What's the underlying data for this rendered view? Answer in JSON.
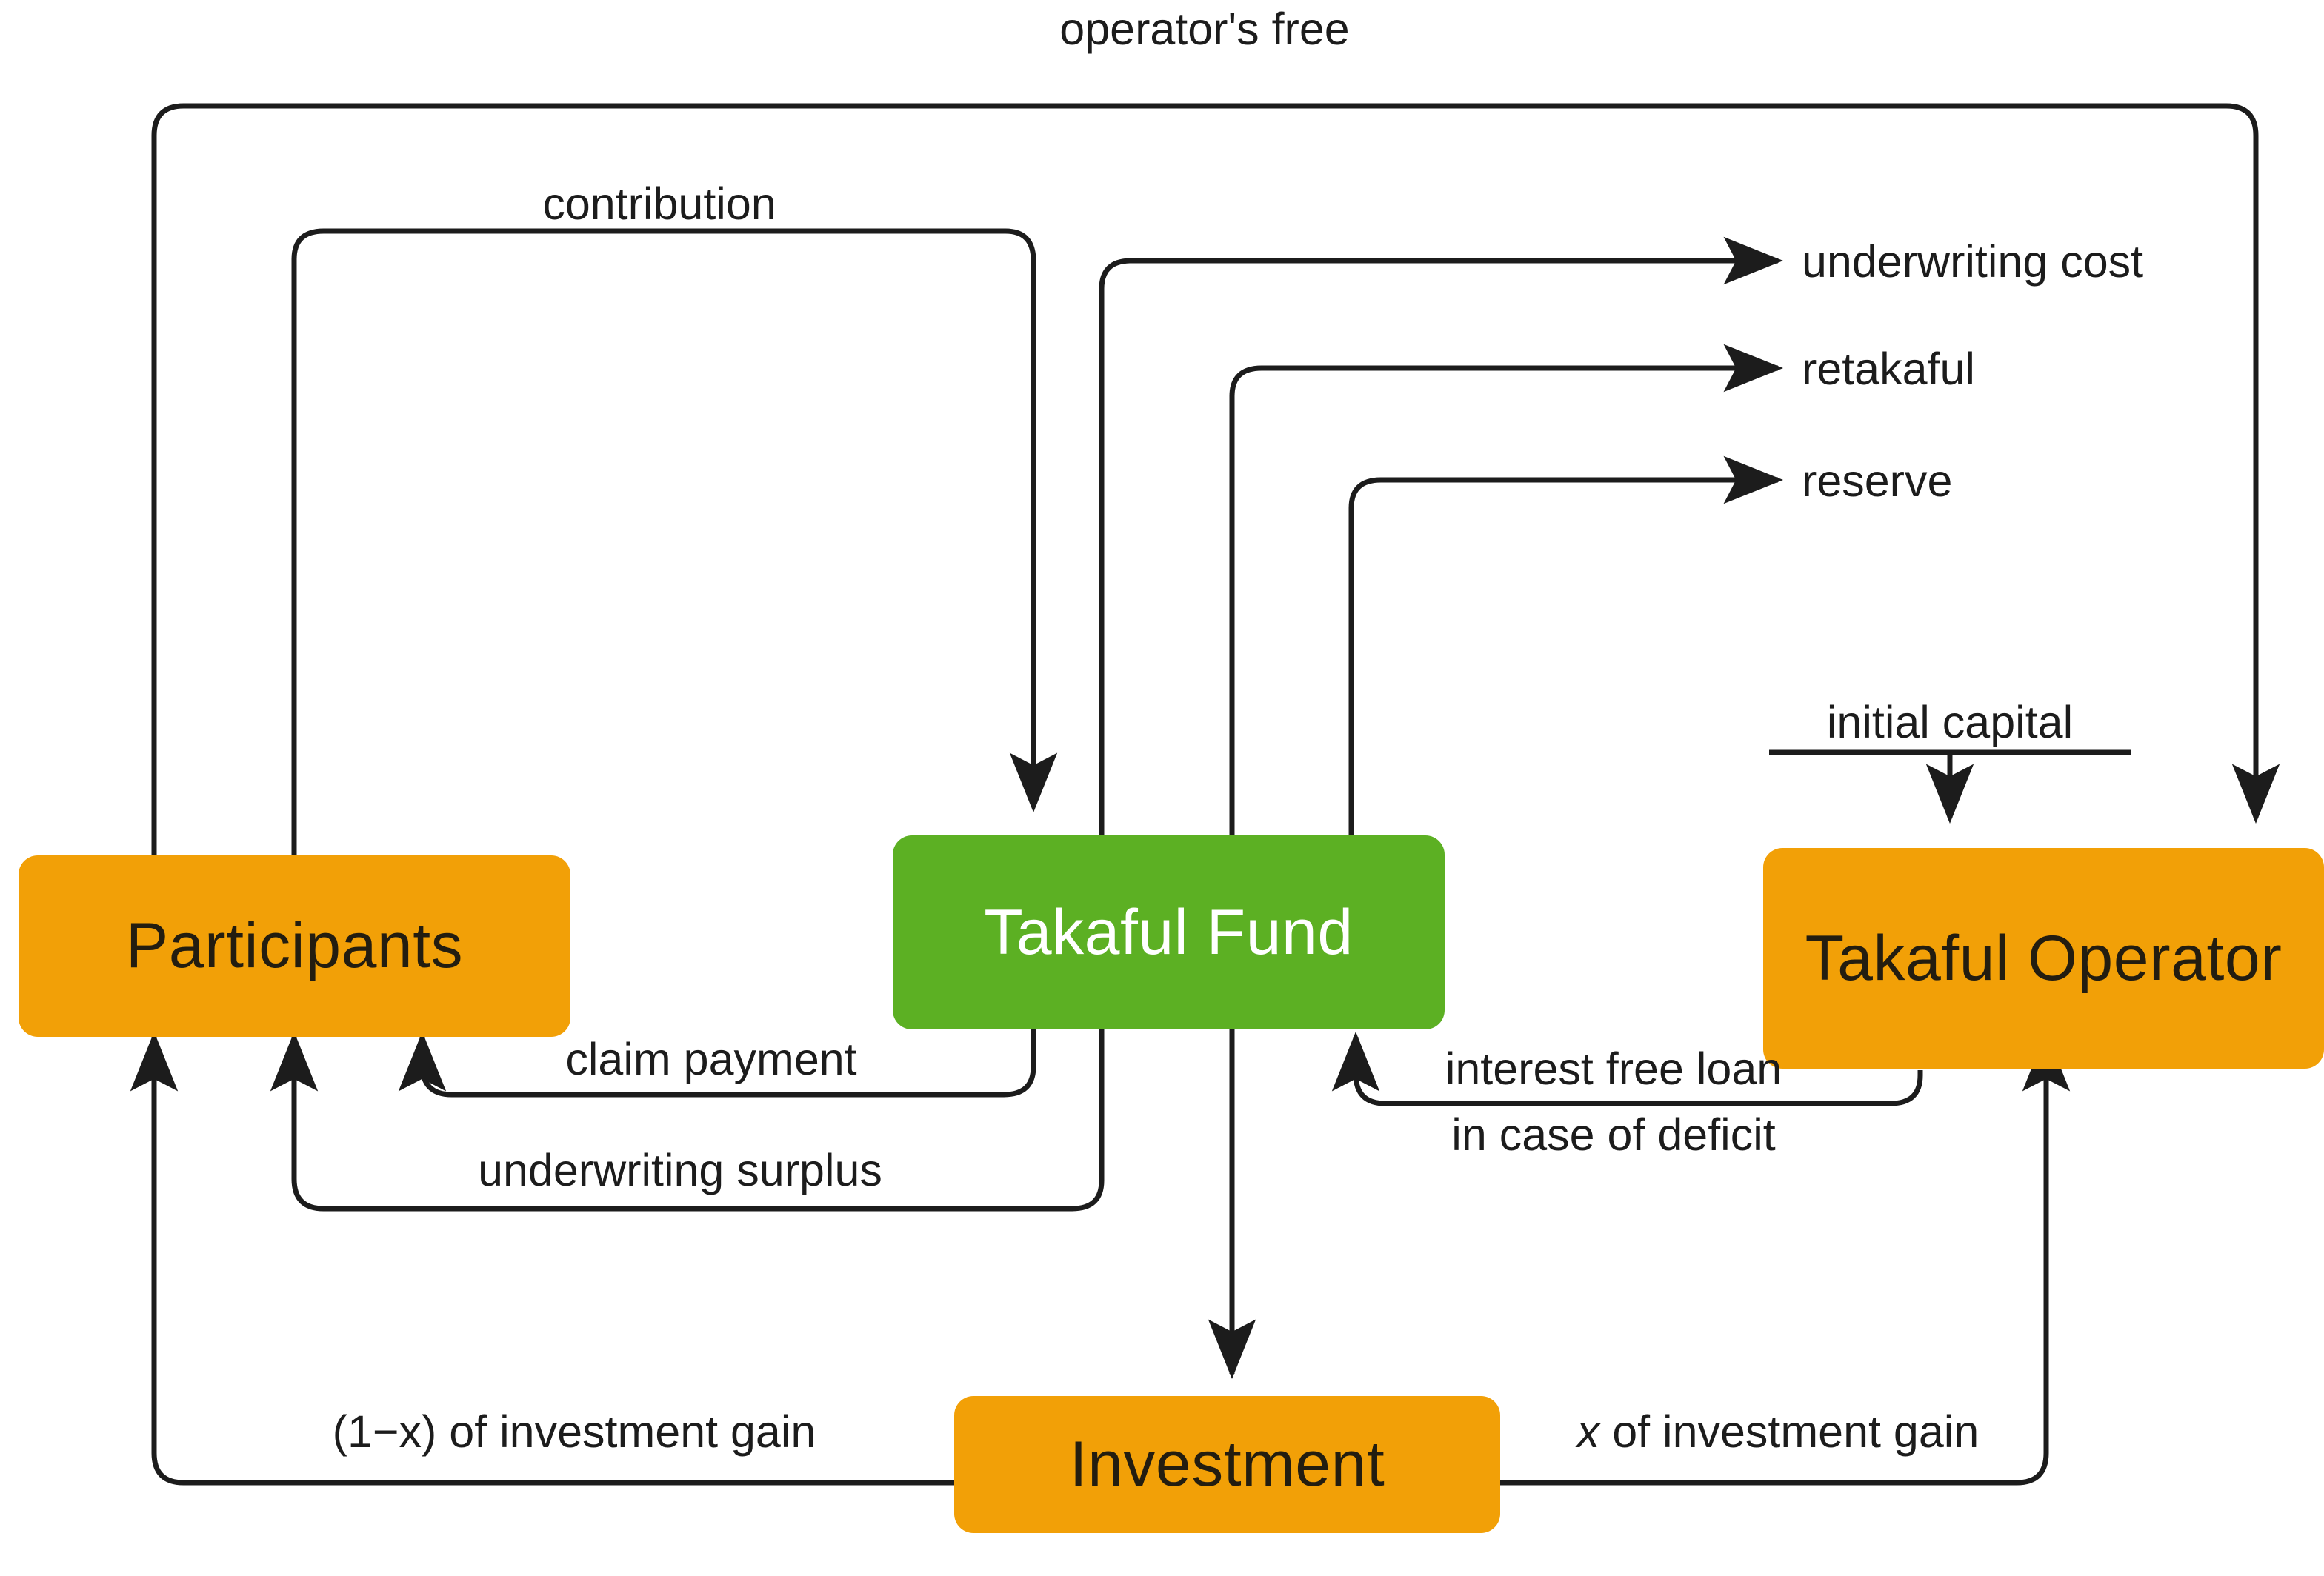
{
  "diagram": {
    "title_text": "operator's free",
    "type": "flow-diagram",
    "colors": {
      "node_orange": "#f2a007",
      "node_green": "#5cb023",
      "edge_stroke": "#1c1c1c",
      "background": "#ffffff",
      "green_node_text": "#ffffff",
      "orange_node_text": "#231d10"
    },
    "nodes": [
      {
        "id": "participants",
        "label": "Participants",
        "color": "orange"
      },
      {
        "id": "takaful_fund",
        "label": "Takaful Fund",
        "color": "green"
      },
      {
        "id": "takaful_operator",
        "label": "Takaful Operator",
        "color": "orange"
      },
      {
        "id": "investment",
        "label": "Investment",
        "color": "orange"
      }
    ],
    "edge_labels": {
      "operators_free": "operator's free",
      "contribution": "contribution",
      "underwriting_cost": "underwriting cost",
      "retakaful": "retakaful",
      "reserve": "reserve",
      "initial_capital": "initial capital",
      "claim_payment": "claim payment",
      "underwriting_surplus": "underwriting surplus",
      "interest_free_loan_line1": "interest free loan",
      "interest_free_loan_line2": "in case of deficit",
      "participant_investment_gain": "(1−x) of investment gain",
      "operator_investment_gain_prefix": "x",
      "operator_investment_gain_suffix": " of investment gain"
    },
    "edges": [
      {
        "from": "participants",
        "to": "takaful_operator",
        "label": "operator's free"
      },
      {
        "from": "participants",
        "to": "takaful_fund",
        "label": "contribution"
      },
      {
        "from": "takaful_fund",
        "to": "underwriting cost",
        "label": "underwriting cost"
      },
      {
        "from": "takaful_fund",
        "to": "retakaful",
        "label": "retakaful"
      },
      {
        "from": "takaful_fund",
        "to": "reserve",
        "label": "reserve"
      },
      {
        "from": "initial capital",
        "to": "takaful_operator",
        "label": "initial capital"
      },
      {
        "from": "takaful_fund",
        "to": "participants",
        "label": "claim payment"
      },
      {
        "from": "takaful_fund",
        "to": "participants",
        "label": "underwriting surplus"
      },
      {
        "from": "takaful_operator",
        "to": "takaful_fund",
        "label": "interest free loan in case of deficit"
      },
      {
        "from": "takaful_fund",
        "to": "investment",
        "label": ""
      },
      {
        "from": "investment",
        "to": "participants",
        "label": "(1−x) of investment gain"
      },
      {
        "from": "investment",
        "to": "takaful_operator",
        "label": "x of investment gain"
      }
    ]
  }
}
